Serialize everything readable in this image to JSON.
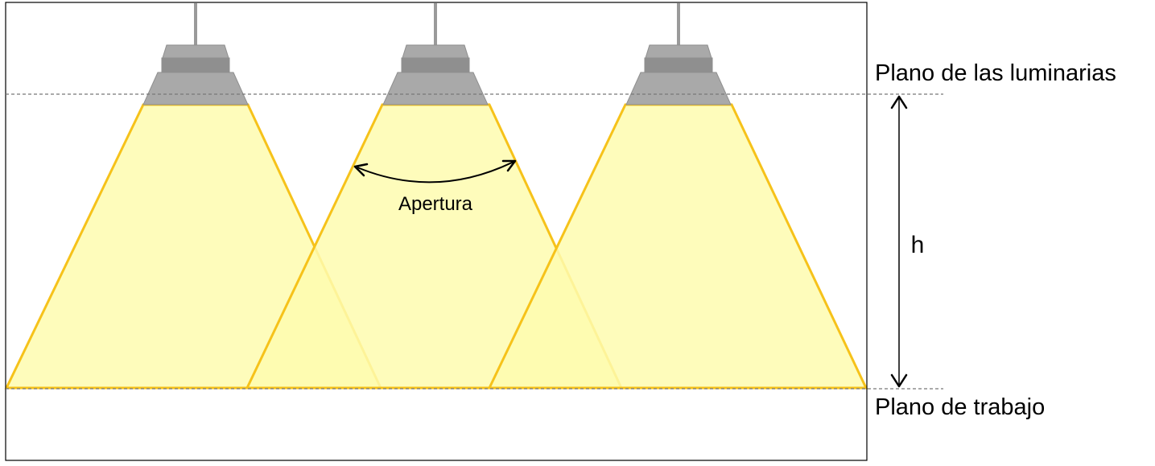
{
  "labels": {
    "luminaire_plane": "Plano de las luminarias",
    "work_plane": "Plano de trabajo",
    "aperture": "Apertura",
    "height": "h"
  },
  "colors": {
    "beam_fill": "#fefcaf",
    "beam_edge": "#f6c21a",
    "lamp_body": "#a9a9a9",
    "lamp_dark": "#8f8f8f",
    "lamp_rod": "#9a9a9a",
    "dashed_line": "#777777",
    "frame": "#000000"
  },
  "luminaires": [
    {
      "id": "left"
    },
    {
      "id": "center"
    },
    {
      "id": "right"
    }
  ]
}
